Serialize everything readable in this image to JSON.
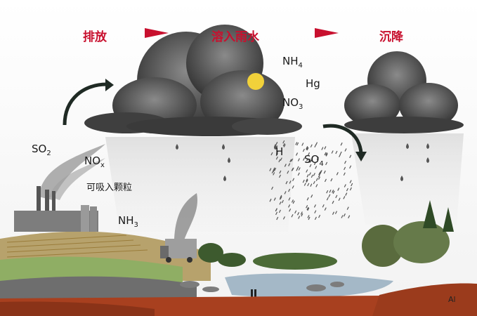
{
  "stages": {
    "emission": "排放",
    "rain_in": "溶入雨水",
    "deposition": "沉降"
  },
  "chemicals": {
    "so2": {
      "base": "SO",
      "sub": "2"
    },
    "nox": {
      "base": "NO",
      "sub": "x"
    },
    "particulate": "可吸入颗粒",
    "nh3": {
      "base": "NH",
      "sub": "3"
    },
    "nh4": {
      "base": "NH",
      "sub": "4"
    },
    "hg": "Hg",
    "no3": {
      "base": "NO",
      "sub": "3"
    },
    "h": "H",
    "so4": {
      "base": "SO",
      "sub": "4"
    }
  },
  "corner_label": "Al",
  "colors": {
    "stage_text": "#c8102e",
    "arrow_red": "#c8102e",
    "cloud_dark": "#4a4a4a",
    "soil": "#9c3a1c",
    "lake": "#9fb3c4",
    "field": "#c9a35a"
  }
}
